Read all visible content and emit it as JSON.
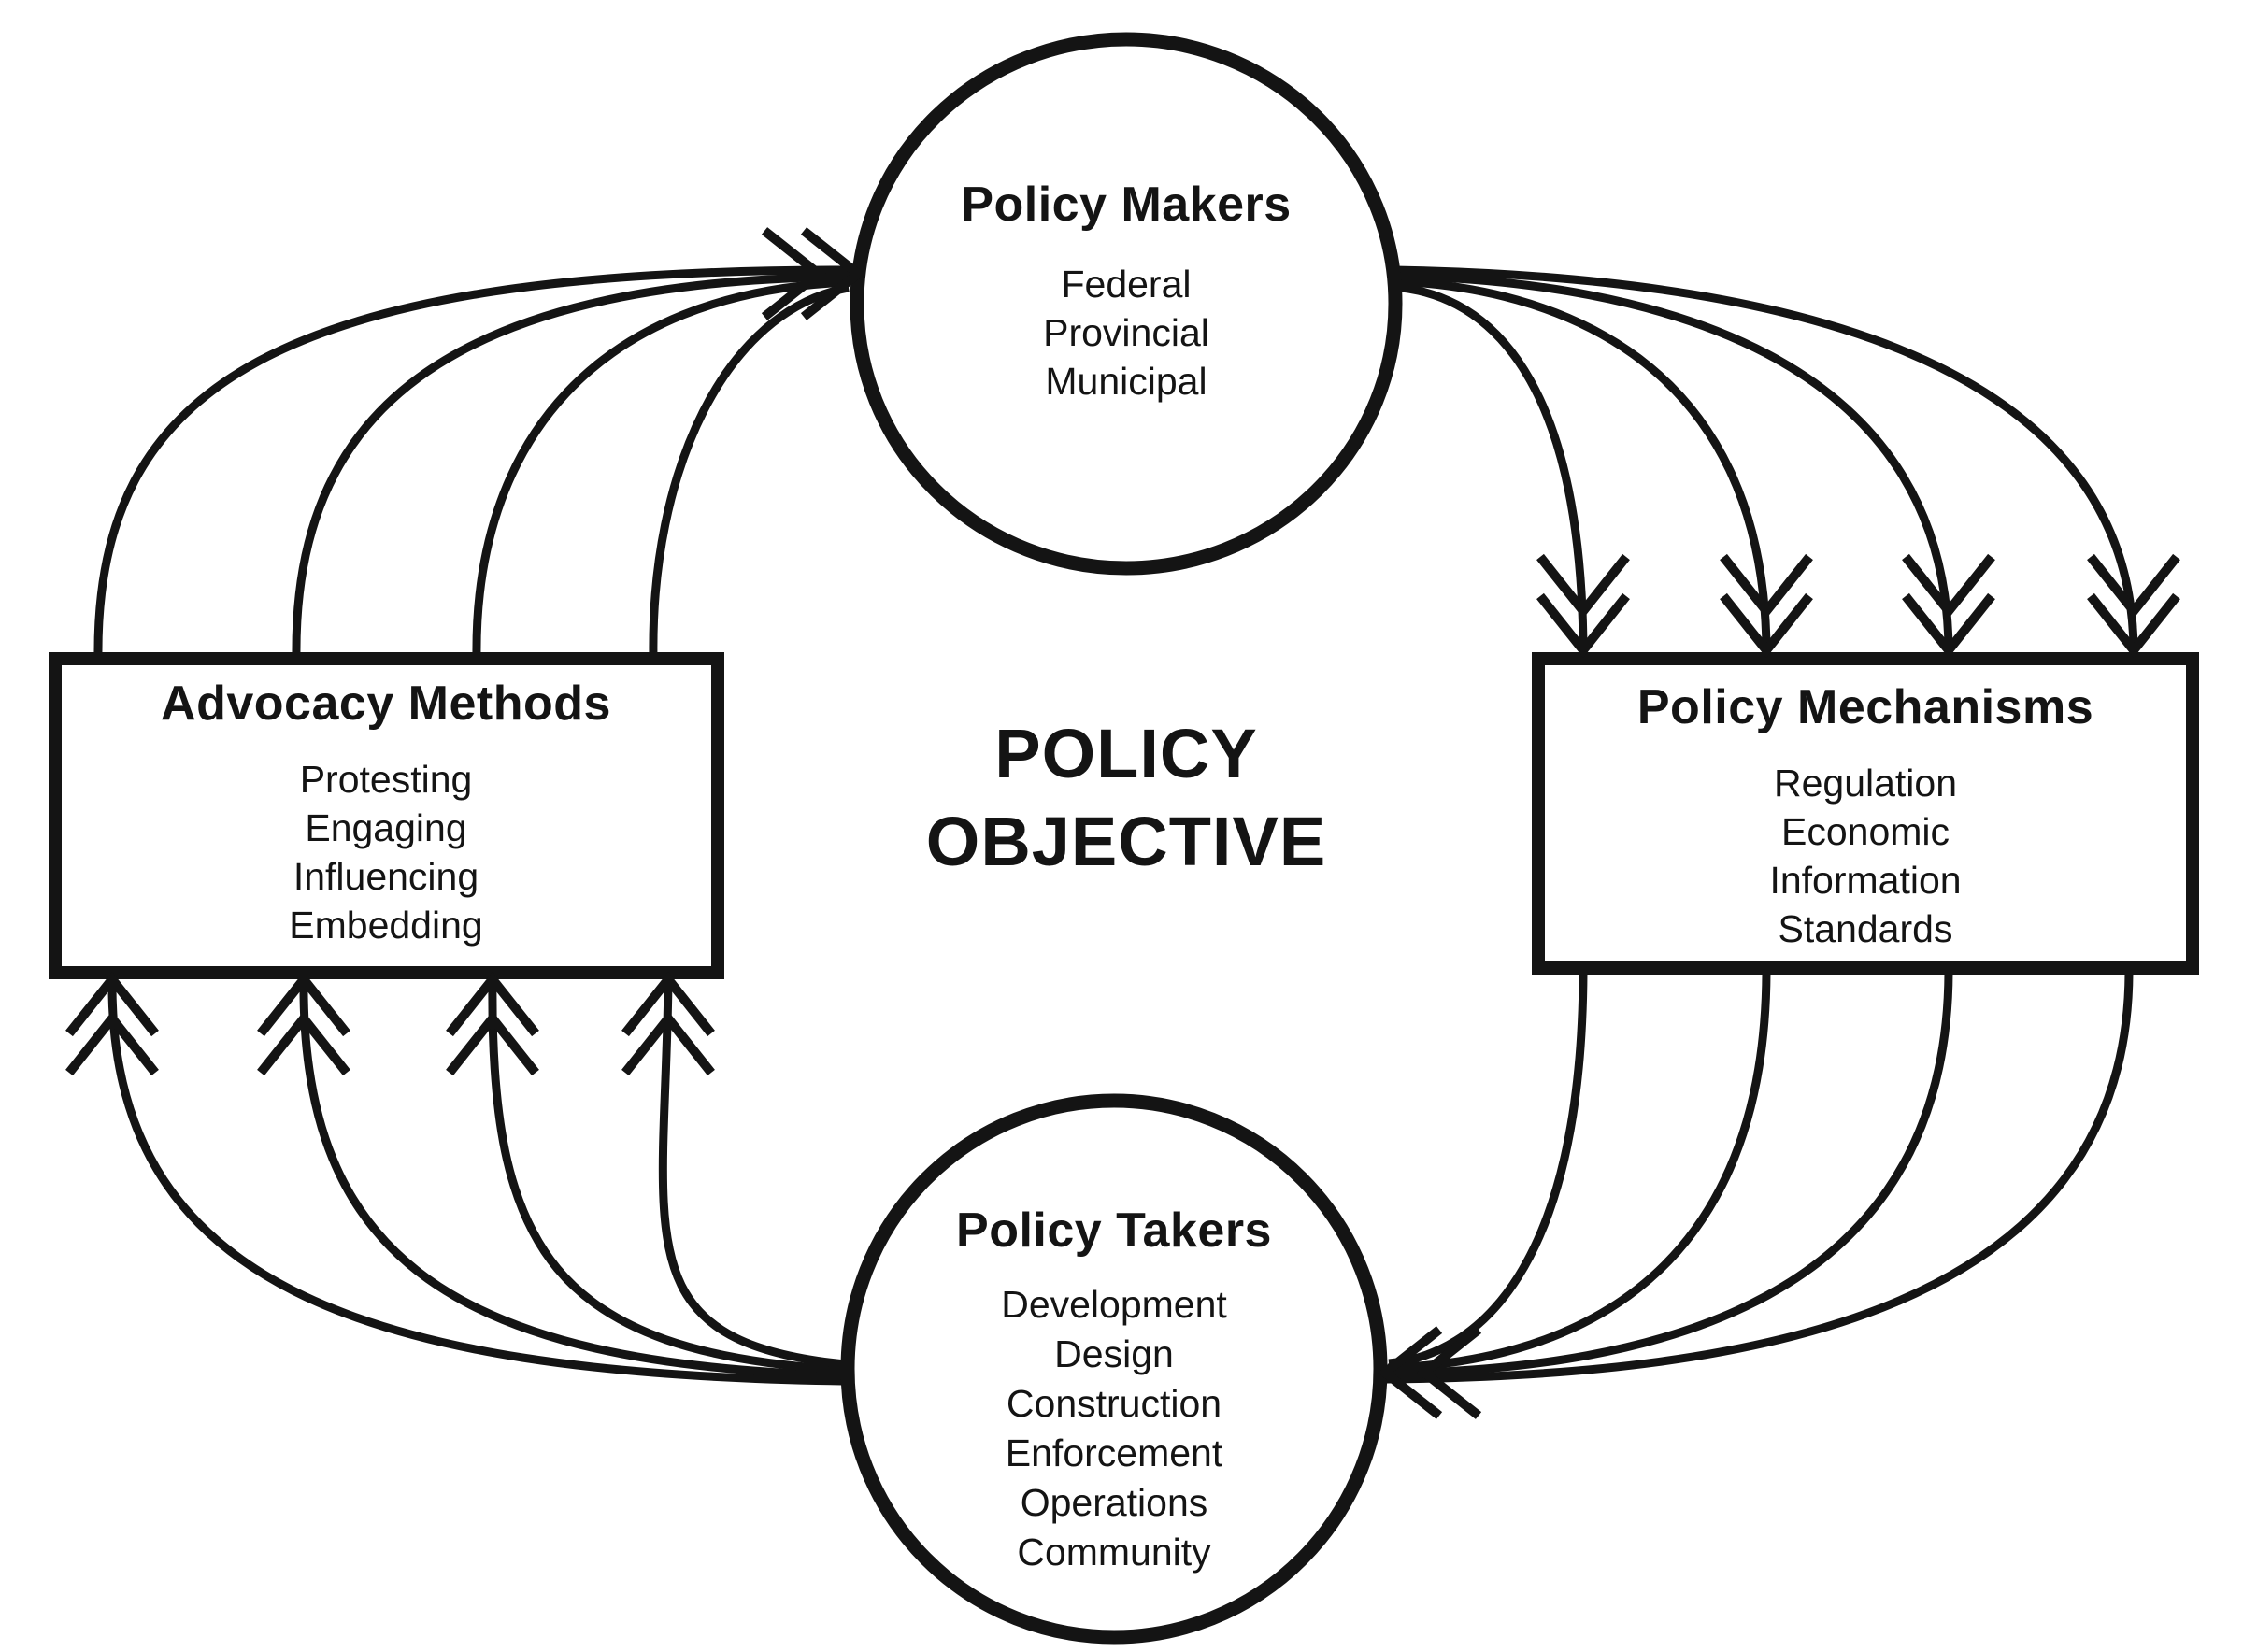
{
  "diagram": {
    "center_label": {
      "line1": "POLICY",
      "line2": "OBJECTIVE"
    },
    "nodes": {
      "policy_makers": {
        "title": "Policy Makers",
        "shape": "circle",
        "items": [
          "Federal",
          "Provincial",
          "Municipal"
        ]
      },
      "advocacy_methods": {
        "title": "Advocacy Methods",
        "shape": "rectangle",
        "items": [
          "Protesting",
          "Engaging",
          "Influencing",
          "Embedding"
        ]
      },
      "policy_mechanisms": {
        "title": "Policy Mechanisms",
        "shape": "rectangle",
        "items": [
          "Regulation",
          "Economic",
          "Information",
          "Standards"
        ]
      },
      "policy_takers": {
        "title": "Policy Takers",
        "shape": "circle",
        "items": [
          "Development",
          "Design",
          "Construction",
          "Enforcement",
          "Operations",
          "Community"
        ]
      }
    },
    "edges": [
      {
        "from": "advocacy_methods",
        "to": "policy_makers",
        "arrow_count": 4,
        "arrowhead": "double-chevron-right"
      },
      {
        "from": "policy_makers",
        "to": "policy_mechanisms",
        "arrow_count": 4,
        "arrowhead": "double-chevron-down"
      },
      {
        "from": "policy_mechanisms",
        "to": "policy_takers",
        "arrow_count": 4,
        "arrowhead": "double-chevron-left"
      },
      {
        "from": "policy_takers",
        "to": "advocacy_methods",
        "arrow_count": 4,
        "arrowhead": "double-chevron-up"
      }
    ],
    "colors": {
      "ink": "#141414",
      "background": "#ffffff"
    }
  }
}
